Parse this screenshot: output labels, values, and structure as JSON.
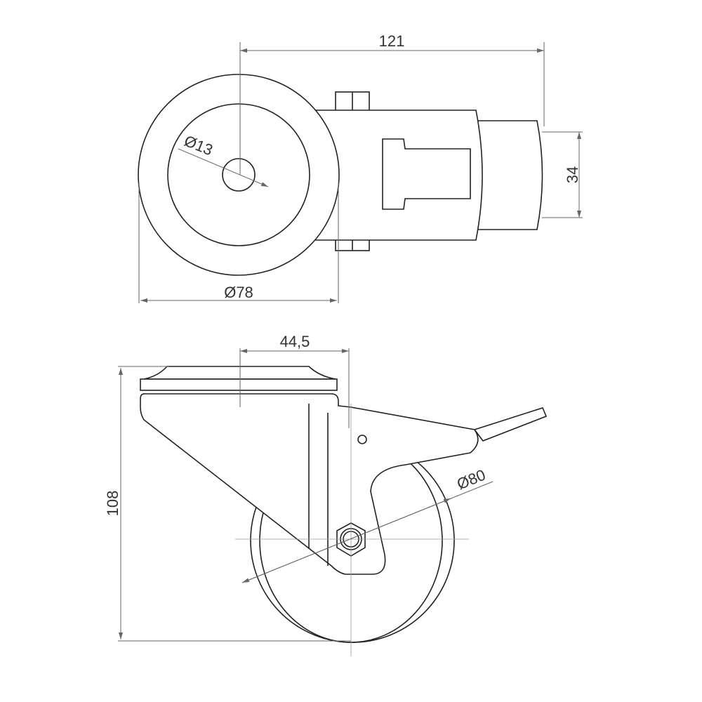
{
  "drawing": {
    "top_view": {
      "dim_length": "121",
      "dim_stem": "34",
      "dim_wheel_diameter": "Ø78",
      "dim_bore_diameter": "Ø13"
    },
    "side_view": {
      "dim_offset": "44,5",
      "dim_height": "108",
      "dim_wheel_diameter": "Ø80"
    },
    "colors": {
      "line": "#222222",
      "dimension": "#666666"
    }
  }
}
